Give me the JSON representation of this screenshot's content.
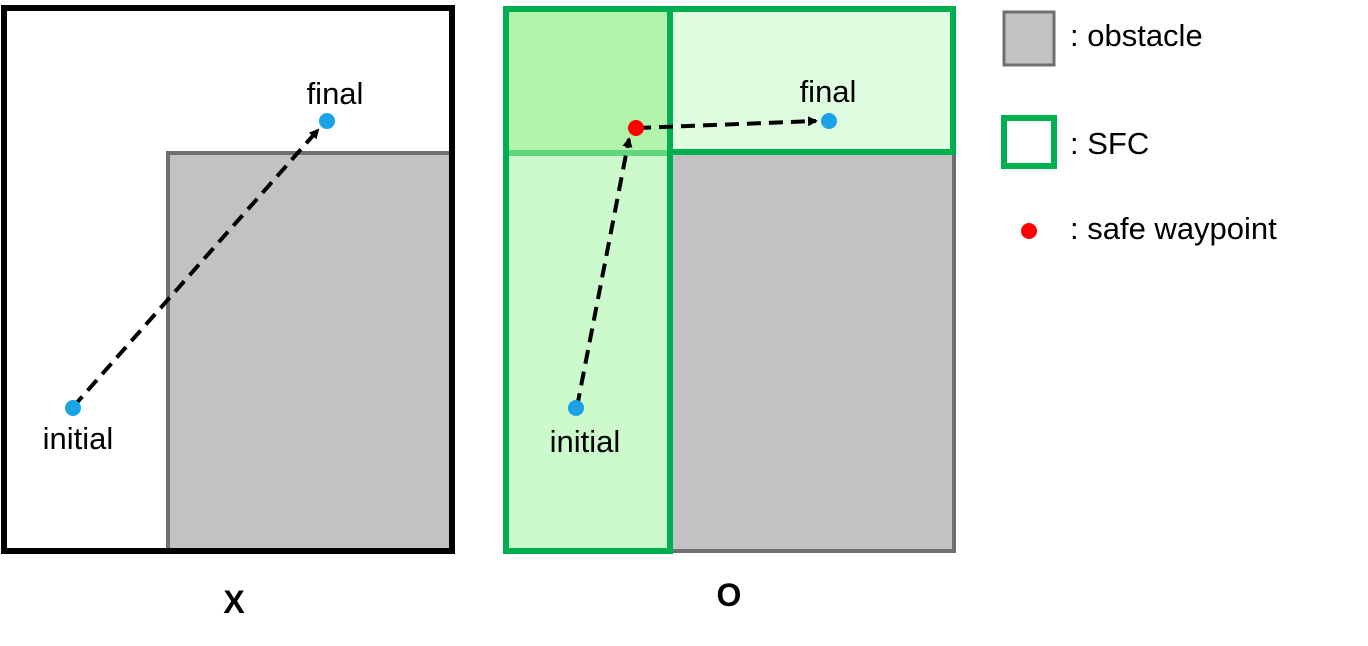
{
  "colors": {
    "obstacle_fill": "#c3c2c3",
    "obstacle_stroke": "#6f6f6f",
    "sfc_stroke": "#00b050",
    "sfc_fill": "#ccfacc",
    "sfc_overlap_fill": "#b2f4ab",
    "point": "#1aa3e6",
    "waypoint": "#ff0000",
    "path": "#000000"
  },
  "left_panel": {
    "final_label": "final",
    "initial_label": "initial",
    "caption": "X"
  },
  "right_panel": {
    "final_label": "final",
    "initial_label": "initial",
    "caption": "O"
  },
  "legend": {
    "obstacle_label": ": obstacle",
    "sfc_label": ": SFC",
    "waypoint_label": ": safe waypoint"
  }
}
